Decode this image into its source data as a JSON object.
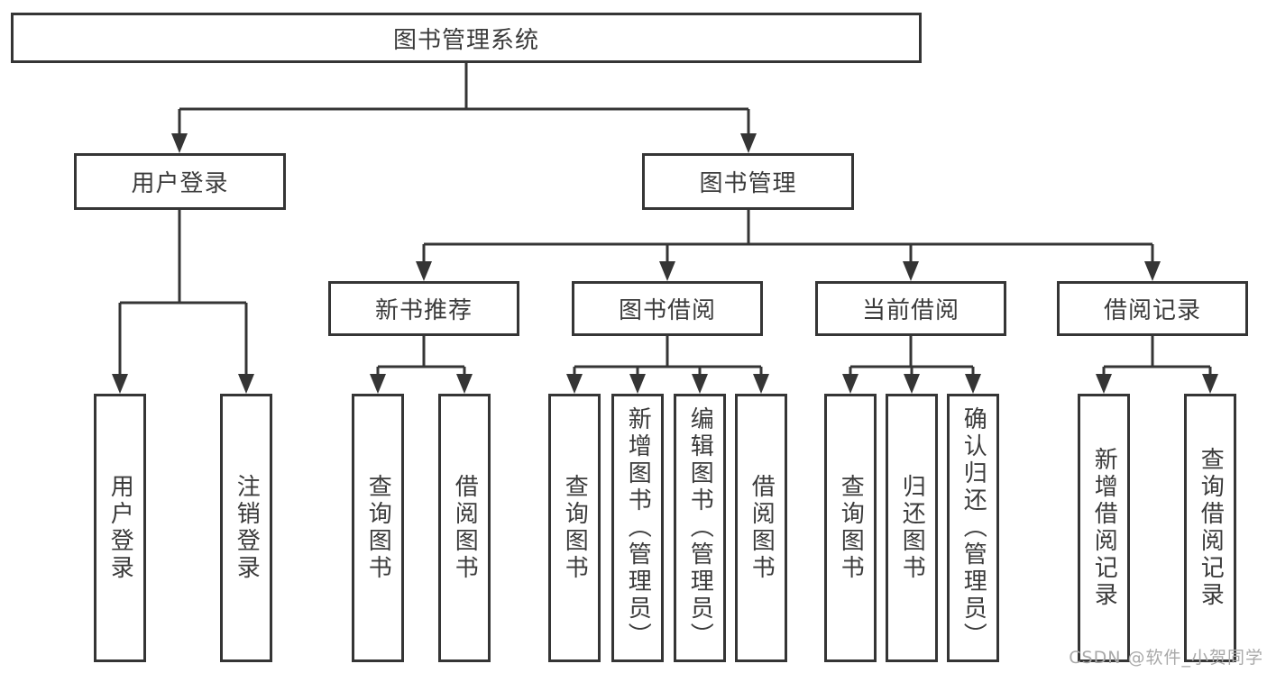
{
  "diagram": {
    "type": "tree",
    "colors": {
      "line": "#353535",
      "box_border": "#353535",
      "text": "#3b3b3b",
      "background": "#ffffff",
      "watermark": "#a9a9a9"
    },
    "nodes": {
      "root": {
        "label": "图书管理系统",
        "level": 0
      },
      "user_login": {
        "label": "用户登录",
        "level": 1
      },
      "book_mgmt": {
        "label": "图书管理",
        "level": 1
      },
      "new_book_rec": {
        "label": "新书推荐",
        "level": 2
      },
      "book_borrow": {
        "label": "图书借阅",
        "level": 2
      },
      "current_borrow": {
        "label": "当前借阅",
        "level": 2
      },
      "borrow_records": {
        "label": "借阅记录",
        "level": 2
      },
      "user_login_leaf": {
        "label": "用户登录",
        "level": 3
      },
      "logout_leaf": {
        "label": "注销登录",
        "level": 3
      },
      "rec_search_leaf": {
        "label": "查询图书",
        "level": 3
      },
      "rec_borrow_leaf": {
        "label": "借阅图书",
        "level": 3
      },
      "bb_search_leaf": {
        "label": "查询图书",
        "level": 3
      },
      "bb_add_leaf": {
        "label": "新增图书（管理员）",
        "level": 3
      },
      "bb_edit_leaf": {
        "label": "编辑图书（管理员）",
        "level": 3
      },
      "bb_borrow_leaf": {
        "label": "借阅图书",
        "level": 3
      },
      "cb_search_leaf": {
        "label": "查询图书",
        "level": 3
      },
      "cb_return_leaf": {
        "label": "归还图书",
        "level": 3
      },
      "cb_confirm_leaf": {
        "label": "确认归还（管理员）",
        "level": 3
      },
      "br_add_leaf": {
        "label": "新增借阅记录",
        "level": 3
      },
      "br_search_leaf": {
        "label": "查询借阅记录",
        "level": 3
      }
    },
    "edges": [
      {
        "from": "root",
        "to": "user_login"
      },
      {
        "from": "root",
        "to": "book_mgmt"
      },
      {
        "from": "user_login",
        "to": "user_login_leaf"
      },
      {
        "from": "user_login",
        "to": "logout_leaf"
      },
      {
        "from": "book_mgmt",
        "to": "new_book_rec"
      },
      {
        "from": "book_mgmt",
        "to": "book_borrow"
      },
      {
        "from": "book_mgmt",
        "to": "current_borrow"
      },
      {
        "from": "book_mgmt",
        "to": "borrow_records"
      },
      {
        "from": "new_book_rec",
        "to": "rec_search_leaf"
      },
      {
        "from": "new_book_rec",
        "to": "rec_borrow_leaf"
      },
      {
        "from": "book_borrow",
        "to": "bb_search_leaf"
      },
      {
        "from": "book_borrow",
        "to": "bb_add_leaf"
      },
      {
        "from": "book_borrow",
        "to": "bb_edit_leaf"
      },
      {
        "from": "book_borrow",
        "to": "bb_borrow_leaf"
      },
      {
        "from": "current_borrow",
        "to": "cb_search_leaf"
      },
      {
        "from": "current_borrow",
        "to": "cb_return_leaf"
      },
      {
        "from": "current_borrow",
        "to": "cb_confirm_leaf"
      },
      {
        "from": "borrow_records",
        "to": "br_add_leaf"
      },
      {
        "from": "borrow_records",
        "to": "br_search_leaf"
      }
    ],
    "watermark": "CSDN @软件_小贺同学"
  }
}
